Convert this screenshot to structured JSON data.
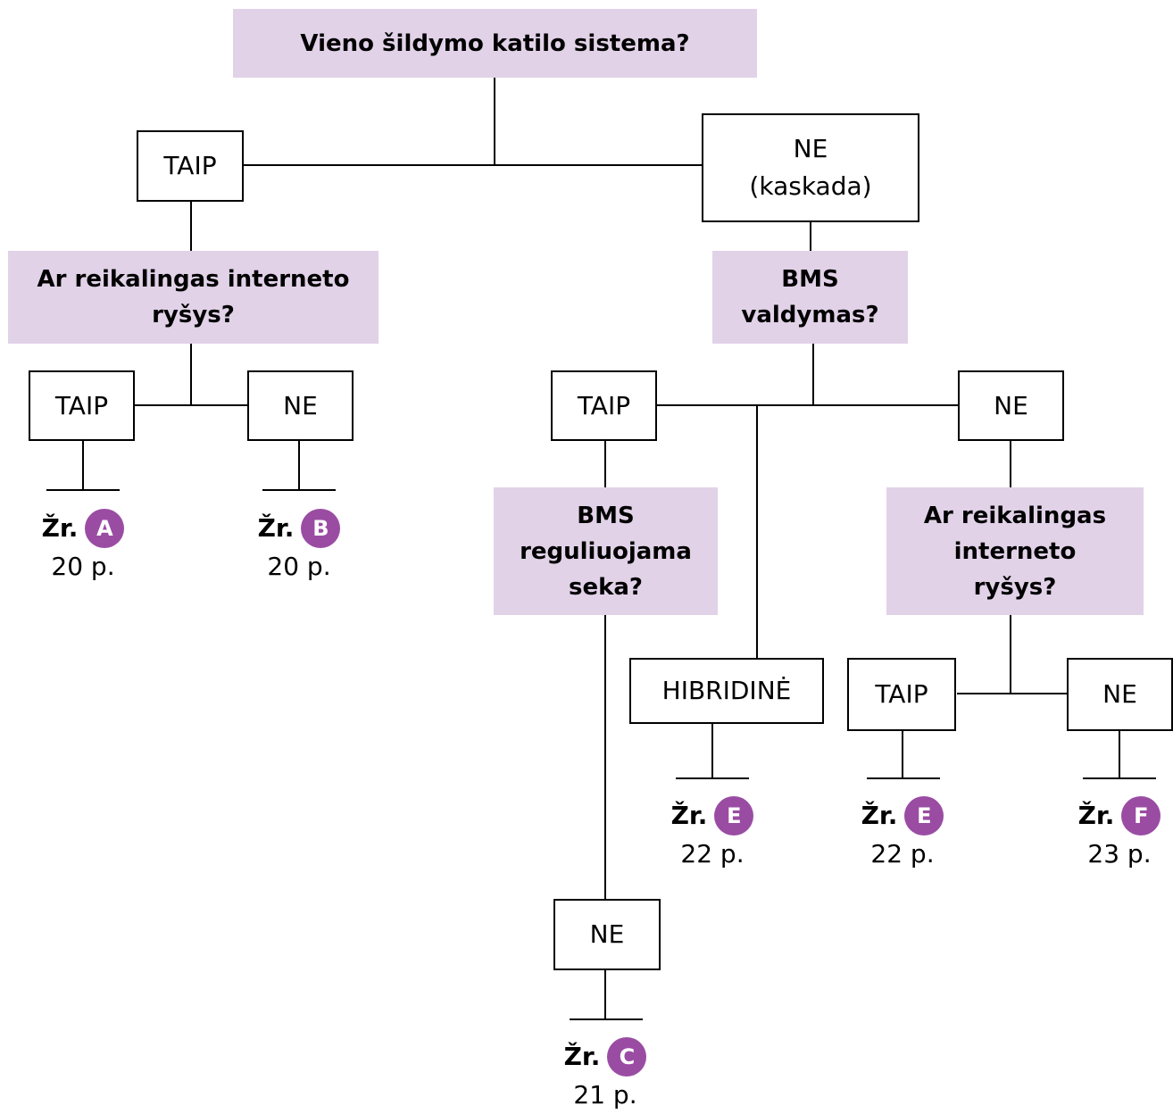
{
  "root": {
    "line1": "Vieno šildymo katilo sistema?"
  },
  "ans_taip": "TAIP",
  "ans_ne_kaskada": {
    "line1": "NE",
    "line2": "(kaskada)"
  },
  "q_internet_left": {
    "line1": "Ar reikalingas interneto",
    "line2": "ryšys?"
  },
  "q_bms": {
    "line1": "BMS",
    "line2": "valdymas?"
  },
  "left_taip": "TAIP",
  "left_ne": "NE",
  "bms_taip": "TAIP",
  "bms_ne": "NE",
  "q_bms_seq": {
    "line1": "BMS",
    "line2": "reguliuojama",
    "line3": "seka?"
  },
  "hybrid": "HIBRIDINĖ",
  "q_internet_right": {
    "line1": "Ar reikalingas",
    "line2": "interneto",
    "line3": "ryšys?"
  },
  "right_taip": "TAIP",
  "right_ne": "NE",
  "seq_ne": "NE",
  "see_label": "Žr.",
  "refs": {
    "a": {
      "letter": "A",
      "page": "20 p."
    },
    "b": {
      "letter": "B",
      "page": "20 p."
    },
    "c": {
      "letter": "C",
      "page": "21 p."
    },
    "e1": {
      "letter": "E",
      "page": "22 p."
    },
    "e2": {
      "letter": "E",
      "page": "22 p."
    },
    "f": {
      "letter": "F",
      "page": "23 p."
    }
  },
  "colors": {
    "question_bg": "#e1d2e8",
    "badge": "#9a4ca3"
  }
}
